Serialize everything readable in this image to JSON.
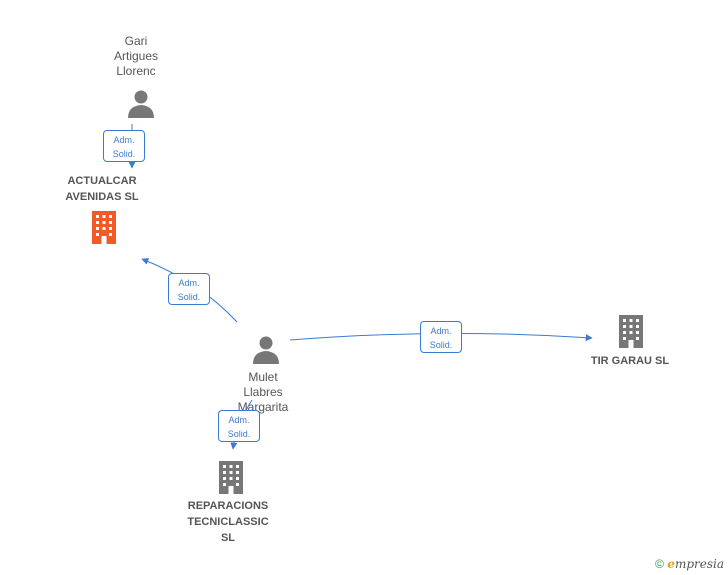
{
  "nodes": {
    "gari": {
      "name": "Gari\nArtigues\nLlorenc",
      "type": "person"
    },
    "actualcar": {
      "name": "ACTUALCAR\nAVENIDAS SL",
      "type": "company",
      "color": "#f05a28"
    },
    "mulet": {
      "name": "Mulet\nLlabres\nMargarita",
      "type": "person"
    },
    "tirgarau": {
      "name": "TIR GARAU SL",
      "type": "company",
      "color": "#777777"
    },
    "reparacions": {
      "name": "REPARACIONS\nTECNICLASSIC\nSL",
      "type": "company",
      "color": "#777777"
    }
  },
  "edges": [
    {
      "from": "gari",
      "to": "actualcar",
      "role_line1": "Adm.",
      "role_line2": "Solid."
    },
    {
      "from": "mulet",
      "to": "actualcar",
      "role_line1": "Adm.",
      "role_line2": "Solid."
    },
    {
      "from": "mulet",
      "to": "tirgarau",
      "role_line1": "Adm.",
      "role_line2": "Solid."
    },
    {
      "from": "mulet",
      "to": "reparacions",
      "role_line1": "Adm.",
      "role_line2": "Solid."
    }
  ],
  "colors": {
    "edge": "#3a7bd5",
    "person": "#777777"
  },
  "footer": {
    "copyright": "©",
    "brand_e": "e",
    "brand_rest": "mpresia"
  }
}
